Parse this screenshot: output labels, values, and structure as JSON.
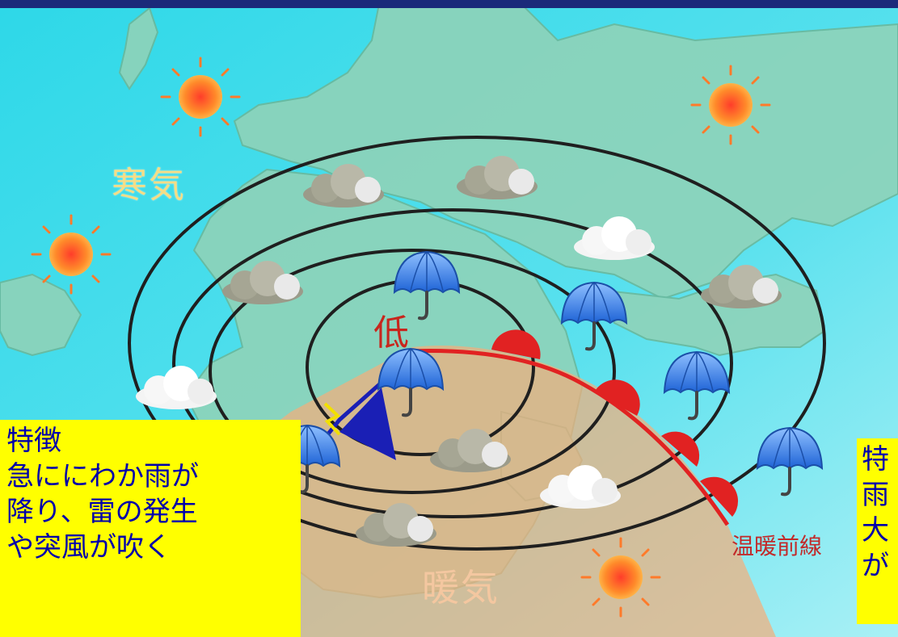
{
  "map": {
    "labels": {
      "cold_air": "寒気",
      "warm_air": "暖気",
      "low_pressure": "低",
      "warm_front": "温暖前線"
    }
  },
  "notes": {
    "left": {
      "title": "特徴",
      "lines": [
        "急ににわか雨が",
        "降り、雷の発生",
        "や突風が吹く"
      ]
    },
    "right": {
      "title": "特",
      "lines": [
        "雨",
        "大",
        "が"
      ]
    }
  },
  "colors": {
    "note_background": "#ffff00",
    "note_text": "#0000aa",
    "front_line": "#e12222",
    "cold_front": "#1a1fb5",
    "sea": "#3fd6e6",
    "land": "#86d0b8",
    "warm_sector": "#f3b07f"
  }
}
